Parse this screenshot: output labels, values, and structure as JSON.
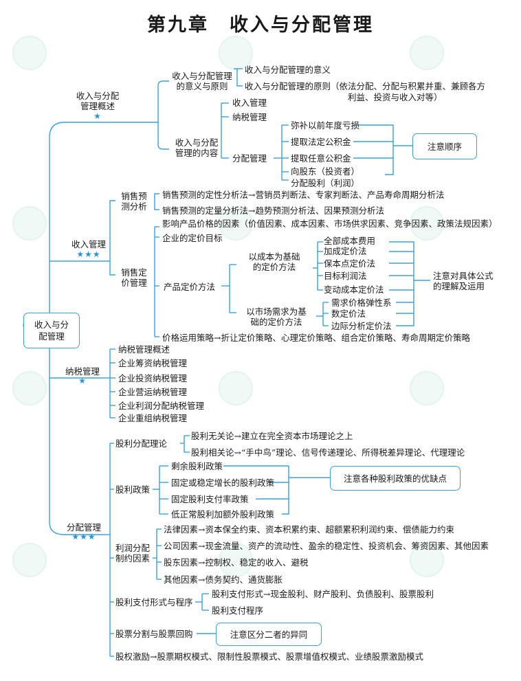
{
  "title": "第九章　收入与分配管理",
  "root": "收入与分\n配管理",
  "section1": {
    "label": "收入与分配\n管理概述",
    "stars": "★",
    "meaning": "收入与分配管理\n的意义与原则",
    "meaning_items": [
      "收入与分配管理的意义",
      "收入与分配管理的原则（依法分配、分配与积累并重、兼顾各方",
      "利益、投资与收入对等）"
    ],
    "content": "收入与分配\n管理的内容",
    "content_items": [
      "收入管理",
      "纳税管理",
      "分配管理"
    ],
    "distribution_items": [
      "弥补以前年度亏损",
      "提取法定公积金",
      "提取任意公积金",
      "向股东（投资者）",
      "分配股利（利润）"
    ],
    "note": "注意顺序"
  },
  "section2": {
    "label": "收入管理",
    "stars": "★★★",
    "forecast": "销售预\n测分析",
    "forecast_items": [
      "销售预测的定性分析法→营销员判断法、专家判断法、产品寿命周期分析法",
      "销售预测的定量分析法→趋势预测分析法、因果预测分析法"
    ],
    "pricing": "销售定\n价管理",
    "pricing_items": [
      "影响产品价格的因素（价值因素、成本因素、市场供求因素、竞争因素、政策法规因素）",
      "企业的定价目标",
      "产品定价方法",
      "价格运用策略→折让定价策略、心理定价策略、组合定价策略、寿命周期定价策略"
    ],
    "cost_based": "以成本为基础\n的定价方法",
    "cost_methods": [
      "全部成本费用",
      "加成定价法",
      "保本点定价法",
      "目标利润法",
      "变动成本定价法"
    ],
    "demand_based": "以市场需求为基\n础的定价方法",
    "demand_methods": [
      "需求价格弹性系",
      "数定价法",
      "边际分析定价法"
    ],
    "note": "注意对具体公式\n的理解及运用"
  },
  "section3": {
    "label": "纳税管理",
    "stars": "★",
    "items": [
      "纳税管理概述",
      "企业筹资纳税管理",
      "企业投资纳税管理",
      "企业营运纳税管理",
      "企业利润分配纳税管理",
      "企业重组纳税管理"
    ]
  },
  "section4": {
    "label": "分配管理",
    "stars": "★★★",
    "theory": "股利分配理论",
    "theory_items": [
      "股利无关论→建立在完全资本市场理论之上",
      "股利相关论→“手中鸟”理论、信号传递理论、所得税差异理论、代理理论"
    ],
    "policy": "股利政策",
    "policy_items": [
      "剩余股利政策",
      "固定或稳定增长的股利政策",
      "固定股利支付率政策",
      "低正常股利加额外股利政策"
    ],
    "policy_note": "注意各种股利政策的优缺点",
    "constraints": "利润分配\n制约因素",
    "constraint_items": [
      "法律因素→资本保全约束、资本积累约束、超额累积利润约束、偿债能力约束",
      "公司因素→现金流量、资产的流动性、盈余的稳定性、投资机会、筹资因素、其他因素",
      "股东因素→控制权、稳定的收入、避税",
      "其他因素→债务契约、通货膨胀"
    ],
    "payment": "股利支付形式与程序",
    "payment_items": [
      "股利支付形式→现金股利、财产股利、负债股利、股票股利",
      "股利支付程序"
    ],
    "split": "股票分割与股票回购",
    "split_note": "注意区分二者的异同",
    "incentive": "股权激励→股票期权模式、限制性股票模式、股票增值权模式、业绩股票激励模式"
  }
}
